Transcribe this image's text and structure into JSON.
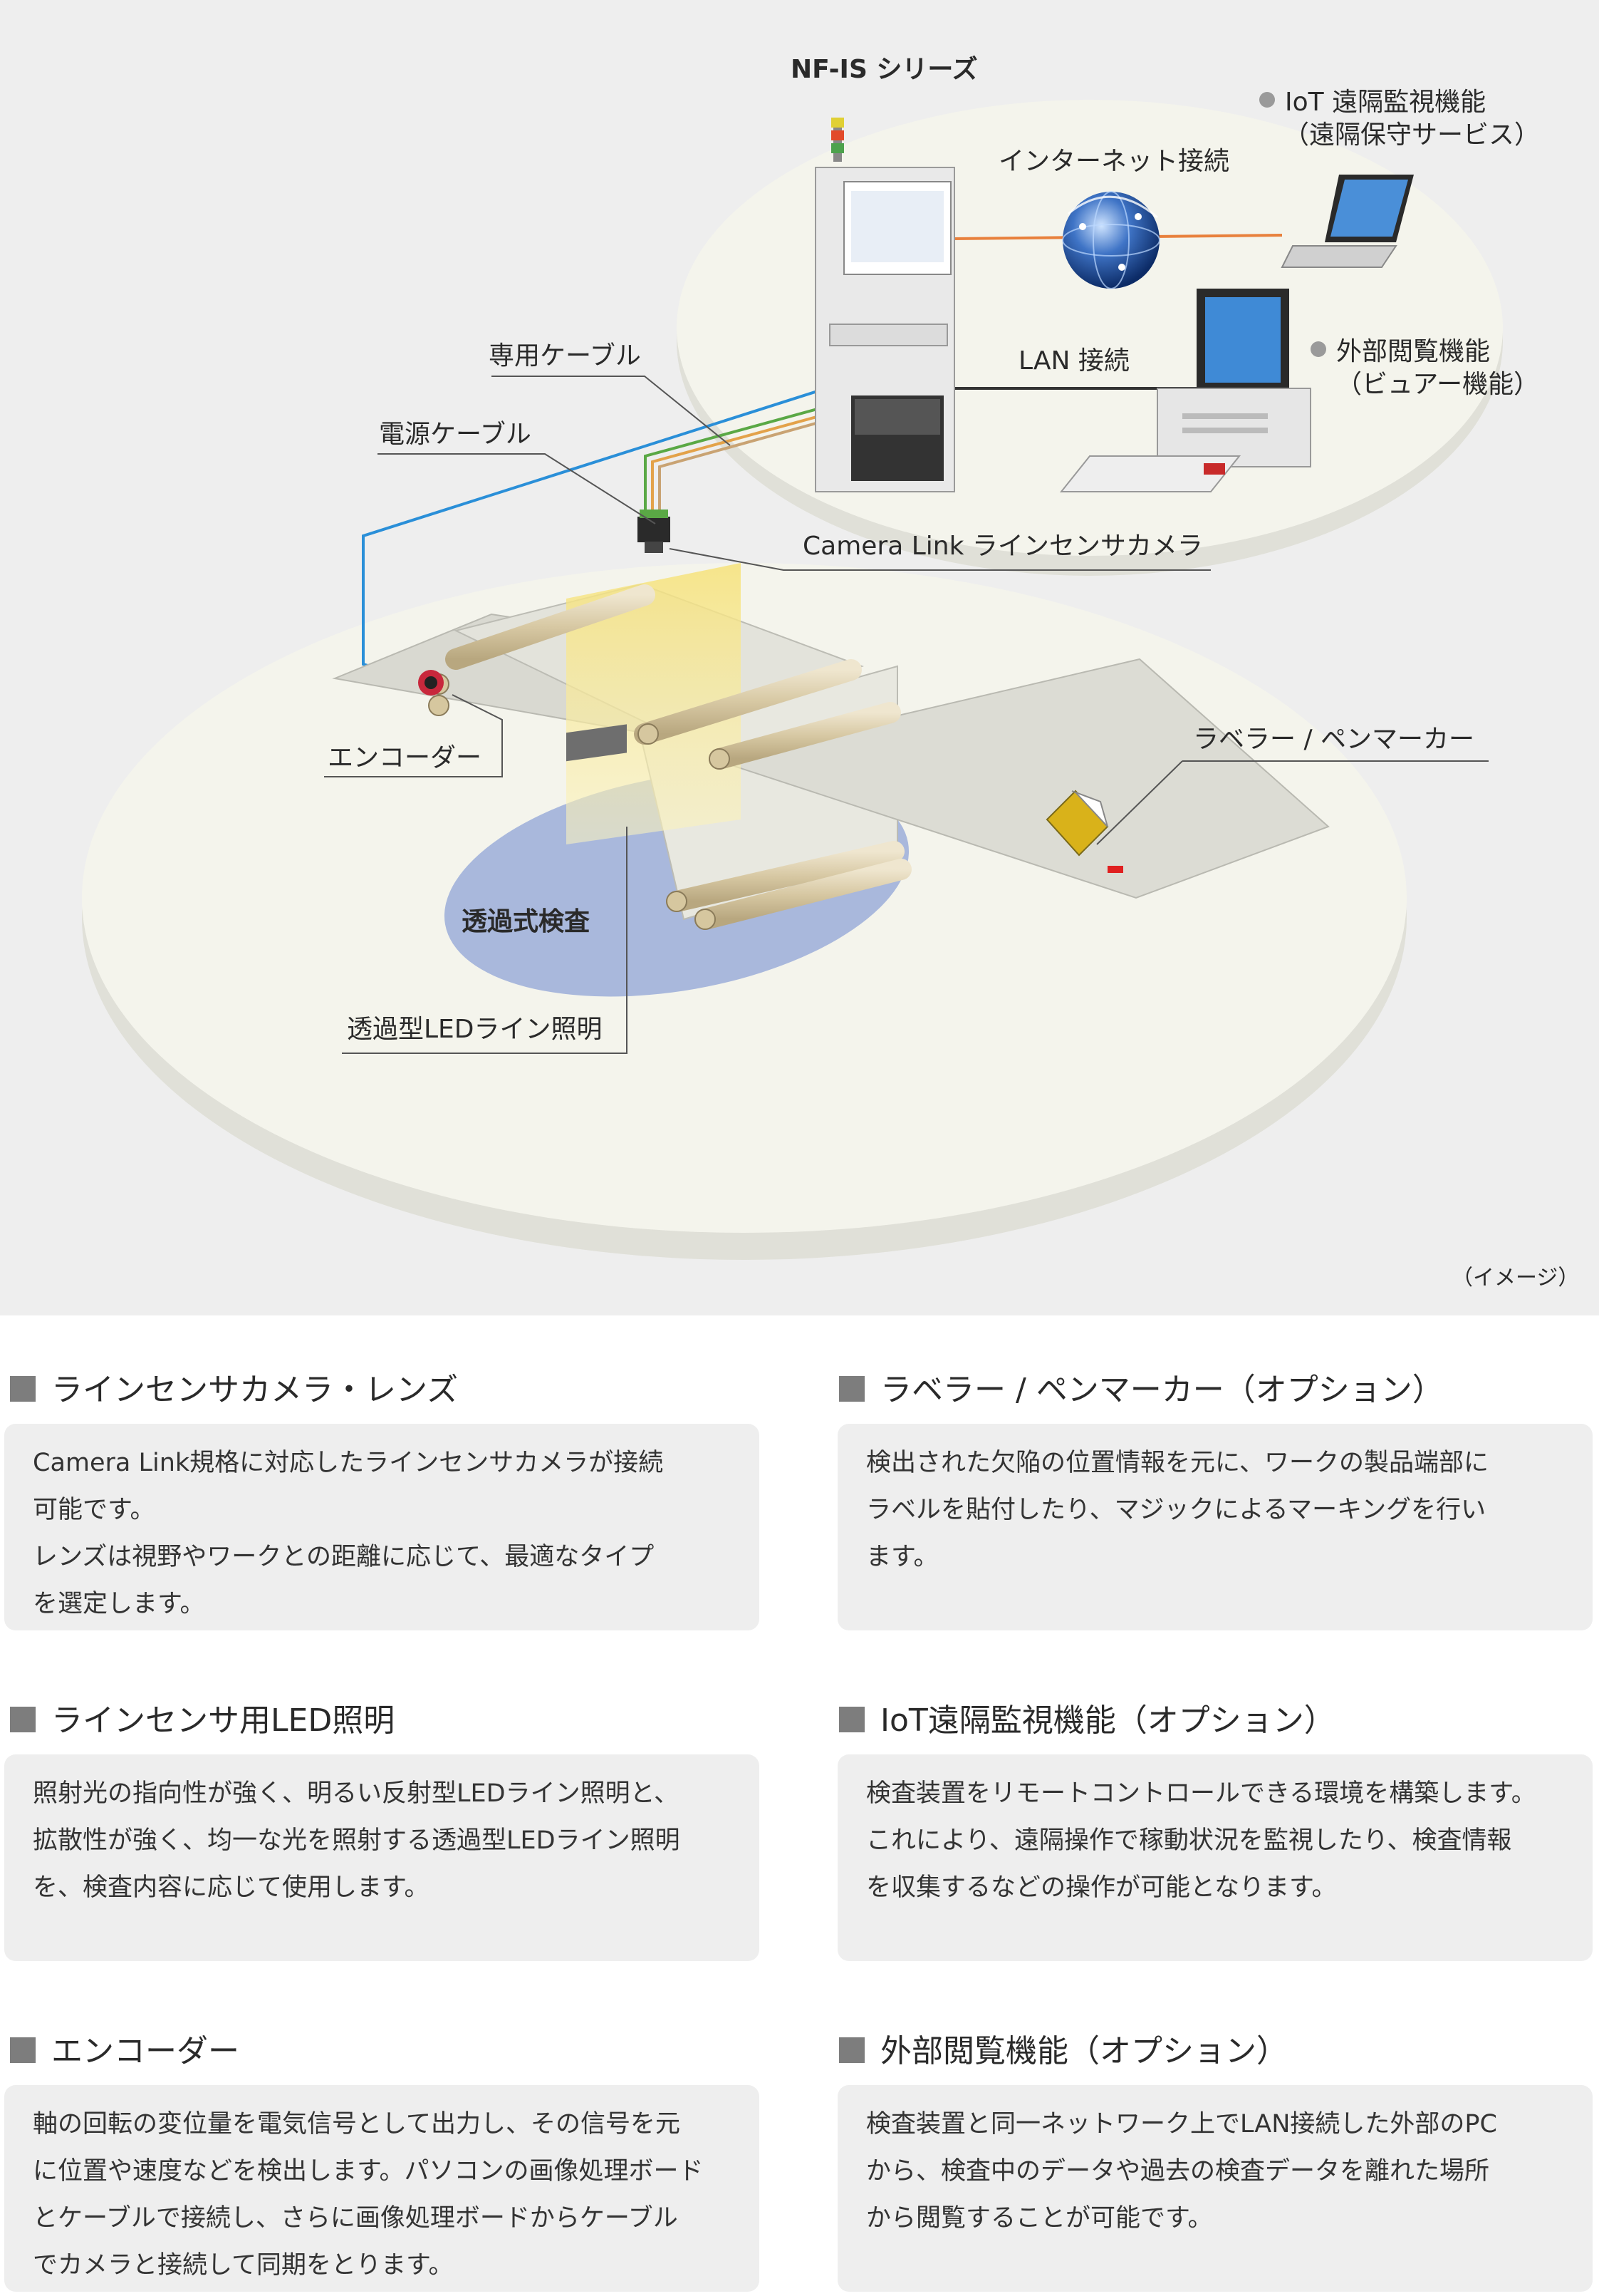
{
  "diagram": {
    "system_title": "NF-IS シリーズ",
    "internet": "インターネット接続",
    "lan": "LAN 接続",
    "iot_line1": "IoT 遠隔監視機能",
    "iot_line2": "（遠隔保守サービス）",
    "ext_line1": "外部閲覧機能",
    "ext_line2": "（ビュアー機能）",
    "dedicated_cable": "専用ケーブル",
    "power_cable": "電源ケーブル",
    "camera": "Camera Link ラインセンサカメラ",
    "encoder": "エンコーダー",
    "labeler": "ラベラー / ペンマーカー",
    "inspection": "透過式検査",
    "led": "透過型LEDライン照明",
    "image_note": "（イメージ）"
  },
  "sections": [
    {
      "title": "ラインセンサカメラ・レンズ",
      "lines": [
        "Camera Link規格に対応したラインセンサカメラが接続",
        "可能です。",
        "レンズは視野やワークとの距離に応じて、最適なタイプ",
        "を選定します。"
      ]
    },
    {
      "title": "ラベラー / ペンマーカー（オプション）",
      "lines": [
        "検出された欠陥の位置情報を元に、ワークの製品端部に",
        "ラベルを貼付したり、マジックによるマーキングを行い",
        "ます。"
      ]
    },
    {
      "title": "ラインセンサ用LED照明",
      "lines": [
        "照射光の指向性が強く、明るい反射型LEDライン照明と、",
        "拡散性が強く、均一な光を照射する透過型LEDライン照明",
        "を、検査内容に応じて使用します。"
      ]
    },
    {
      "title": "IoT遠隔監視機能（オプション）",
      "lines": [
        "検査装置をリモートコントロールできる環境を構築します。",
        "これにより、遠隔操作で稼動状況を監視したり、検査情報",
        "を収集するなどの操作が可能となります。"
      ]
    },
    {
      "title": "エンコーダー",
      "lines": [
        "軸の回転の変位量を電気信号として出力し、その信号を元",
        "に位置や速度などを検出します。パソコンの画像処理ボード",
        "とケーブルで接続し、さらに画像処理ボードからケーブル",
        "でカメラと接続して同期をとります。"
      ]
    },
    {
      "title": "外部閲覧機能（オプション）",
      "lines": [
        "検査装置と同一ネットワーク上でLAN接続した外部のPC",
        "から、検査中のデータや過去の検査データを離れた場所",
        "から閲覧することが可能です。"
      ]
    }
  ],
  "colors": {
    "accent_orange": "#e8803c",
    "cable_blue": "#2a8fd8",
    "inspection_blue": "#a9b8dc",
    "led_yellow": "#f5ec9a"
  }
}
